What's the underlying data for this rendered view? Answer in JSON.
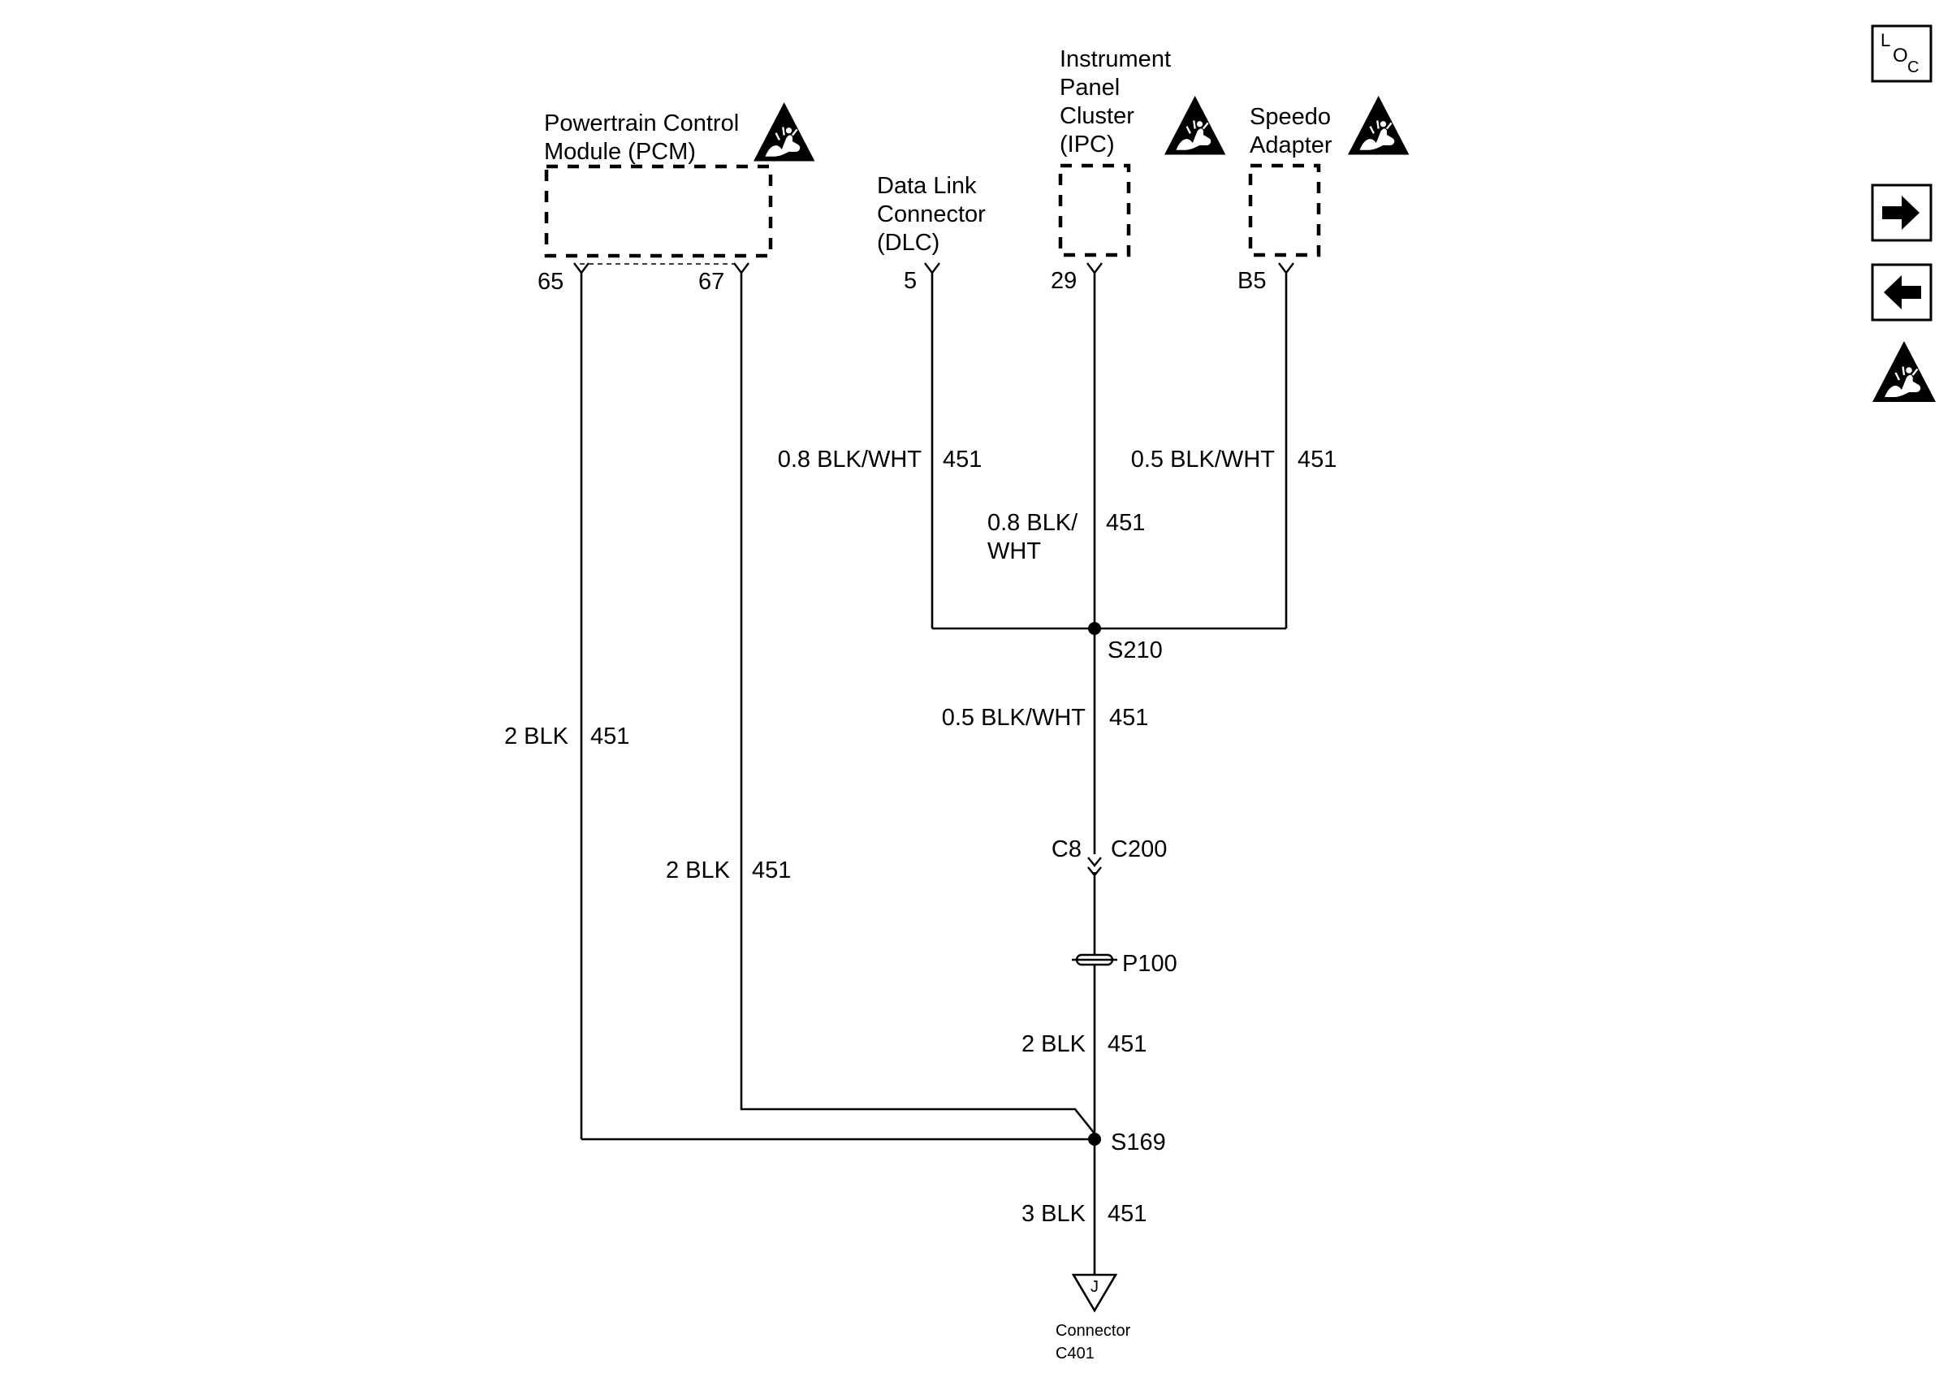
{
  "components": {
    "pcm": {
      "label_line1": "Powertrain Control",
      "label_line2": "Module (PCM)",
      "pin_a": "65",
      "pin_b": "67"
    },
    "dlc": {
      "label_line1": "Data Link",
      "label_line2": "Connector",
      "label_line3": "(DLC)",
      "pin": "5"
    },
    "ipc": {
      "label_line1": "Instrument",
      "label_line2": "Panel",
      "label_line3": "Cluster",
      "label_line4": "(IPC)",
      "pin": "29"
    },
    "speedo": {
      "label_line1": "Speedo",
      "label_line2": "Adapter",
      "pin": "B5"
    }
  },
  "wires": {
    "pcm65": {
      "gauge_color": "2 BLK",
      "circuit": "451"
    },
    "pcm67": {
      "gauge_color": "2 BLK",
      "circuit": "451"
    },
    "dlc": {
      "gauge_color": "0.8 BLK/WHT",
      "circuit": "451"
    },
    "ipc": {
      "gauge_color_line1": "0.8 BLK/",
      "gauge_color_line2": "WHT",
      "circuit": "451"
    },
    "speedo": {
      "gauge_color": "0.5 BLK/WHT",
      "circuit": "451"
    },
    "s210_down": {
      "gauge_color": "0.5 BLK/WHT",
      "circuit": "451"
    },
    "p100_down": {
      "gauge_color": "2 BLK",
      "circuit": "451"
    },
    "s169_down": {
      "gauge_color": "3 BLK",
      "circuit": "451"
    }
  },
  "splices": {
    "s210": "S210",
    "s169": "S169"
  },
  "connectors": {
    "c200_pin": "C8",
    "c200_name": "C200",
    "p100": "P100"
  },
  "ground": {
    "symbol_letter": "J",
    "label_line1": "Connector",
    "label_line2": "C401"
  },
  "side_icons": {
    "loc": {
      "letter1": "L",
      "letter2": "O",
      "letter3": "C",
      "icon": "location-icon"
    },
    "next": {
      "icon": "arrow-right-icon"
    },
    "prev": {
      "icon": "arrow-left-icon"
    },
    "esd": {
      "icon": "esd-warning-icon"
    }
  }
}
